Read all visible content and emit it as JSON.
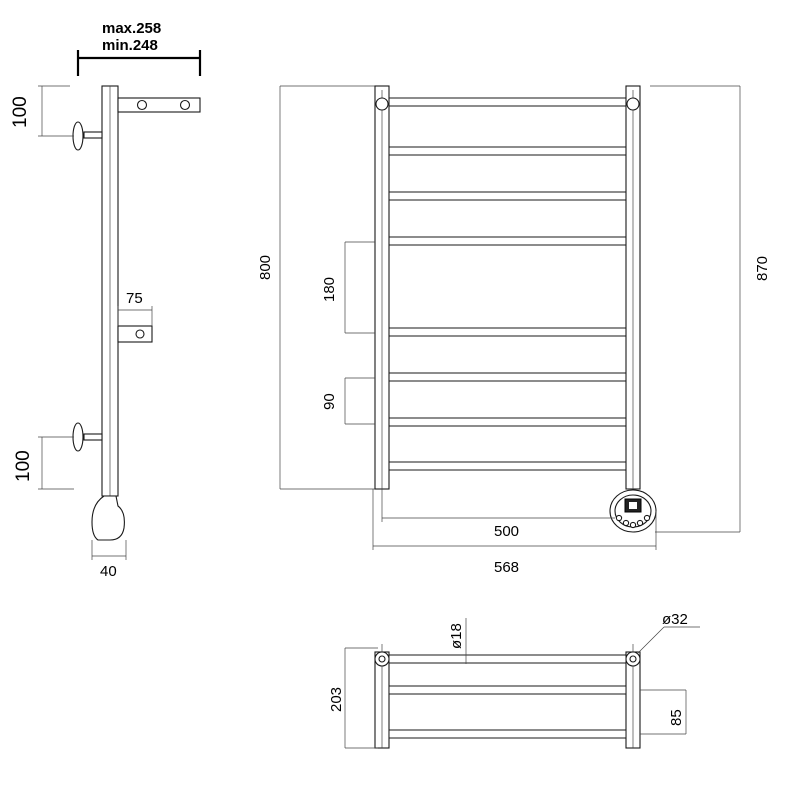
{
  "side_view": {
    "depth_max": "max.258",
    "depth_min": "min.248",
    "bracket_spacing_top": "100",
    "bracket_spacing_bottom": "100",
    "middle_bracket_depth": "75",
    "heater_width": "40"
  },
  "front_view": {
    "height_frame": "800",
    "height_total": "870",
    "rung_spacing_large": "180",
    "rung_spacing_small": "90",
    "width_inner": "500",
    "width_total": "568",
    "rung_count": 8
  },
  "top_view": {
    "depth": "203",
    "bar_spacing": "85",
    "rung_diameter": "ø18",
    "post_diameter": "ø32"
  }
}
